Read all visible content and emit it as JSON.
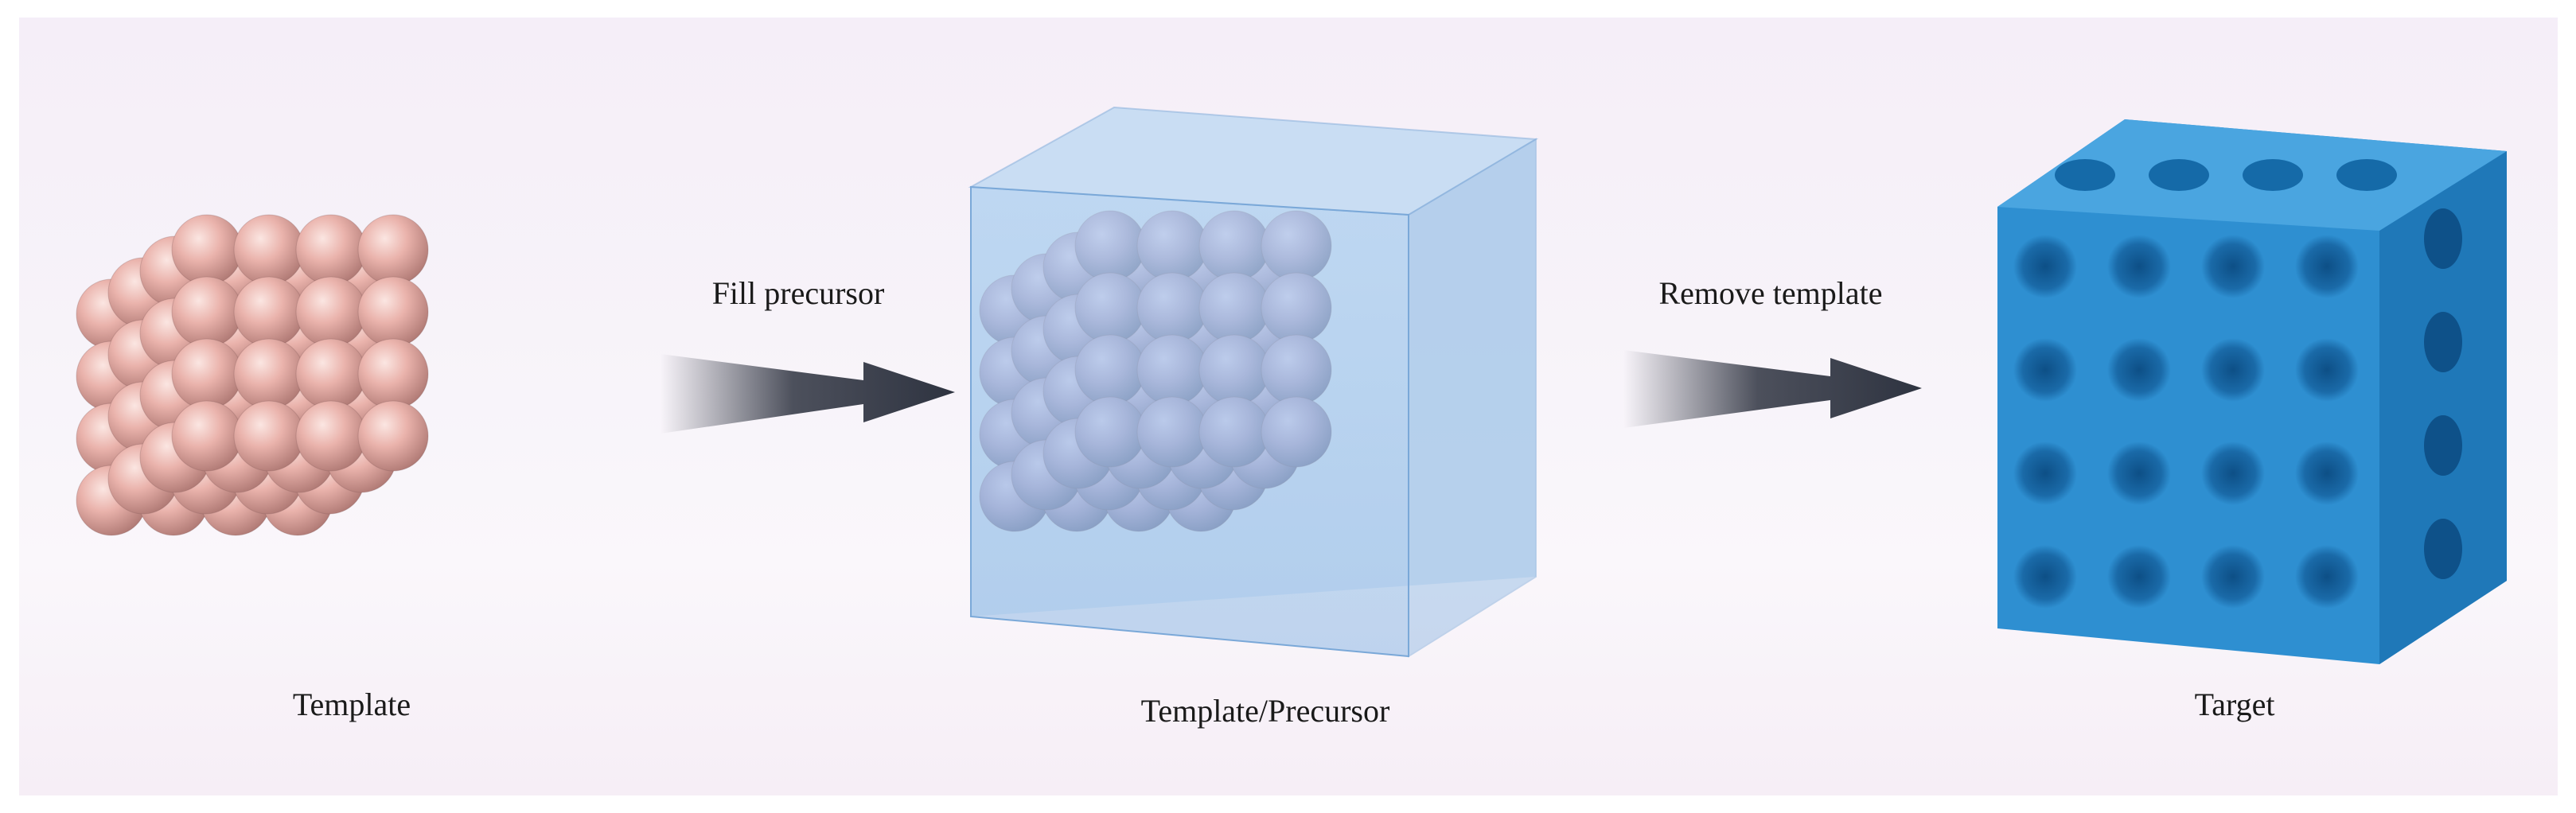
{
  "steps": {
    "template_label": "Template",
    "composite_label": "Template/Precursor",
    "target_label": "Target"
  },
  "arrows": {
    "fill_label": "Fill precursor",
    "remove_label": "Remove template"
  },
  "colors": {
    "sphere": "#eab3ac",
    "sphere_shadow": "#b07a75",
    "precursor": "#9cc4ea",
    "target": "#2e8fd1",
    "arrow": "#2e3340"
  },
  "icons": {
    "template": "sphere-lattice-cube",
    "composite": "filled-sphere-lattice-cube",
    "target": "inverse-opal-network",
    "arrow": "gradient-arrow"
  }
}
